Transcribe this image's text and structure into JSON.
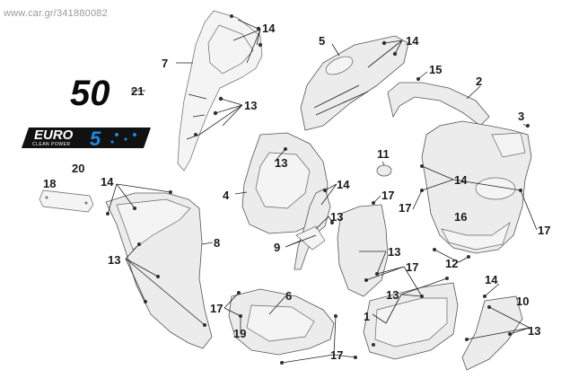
{
  "watermark": "www.car.gr/341880082",
  "decals": {
    "model_number": "50",
    "euro_word": "EURO",
    "euro_class": "5",
    "euro_tagline": "CLEAN POWER"
  },
  "callouts": {
    "n1": "1",
    "n2": "2",
    "n3": "3",
    "n4": "4",
    "n5": "5",
    "n6": "6",
    "n7": "7",
    "n8": "8",
    "n9": "9",
    "n10": "10",
    "n11": "11",
    "n12": "12",
    "n13": "13",
    "n14": "14",
    "n15": "15",
    "n16": "16",
    "n17": "17",
    "n18": "18",
    "n19": "19",
    "n20": "20",
    "n21": "21"
  },
  "colors": {
    "part_fill": "#ececec",
    "outline": "#555555",
    "euro_blue": "#1e88e5"
  }
}
